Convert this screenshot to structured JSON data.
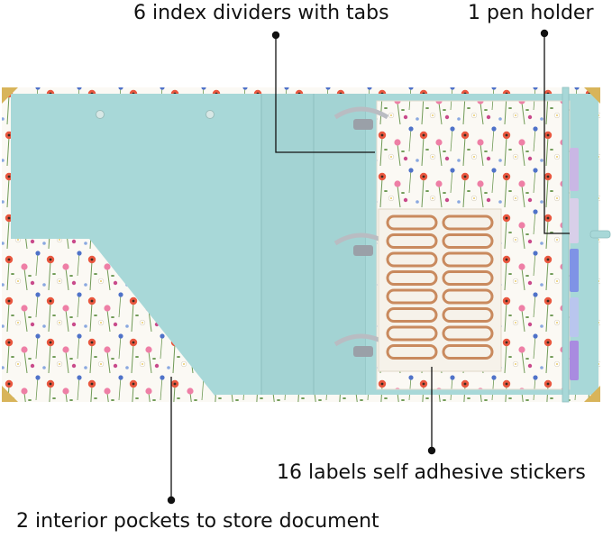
{
  "callouts": {
    "dividers": "6 index dividers with tabs",
    "pen_holder": "1 pen holder",
    "labels": "16 labels self adhesive stickers",
    "pockets": "2 interior pockets to store document"
  },
  "colors": {
    "cover_floral_bg": "#fbf9f4",
    "interior_blue": "#a8d8d8",
    "gold_corner": "#d8b45a",
    "sticker_copper": "#c98a5e",
    "tab_lavender": "#c9b7e4",
    "tab_blue": "#7f93e6",
    "tab_purple": "#a98be0"
  }
}
